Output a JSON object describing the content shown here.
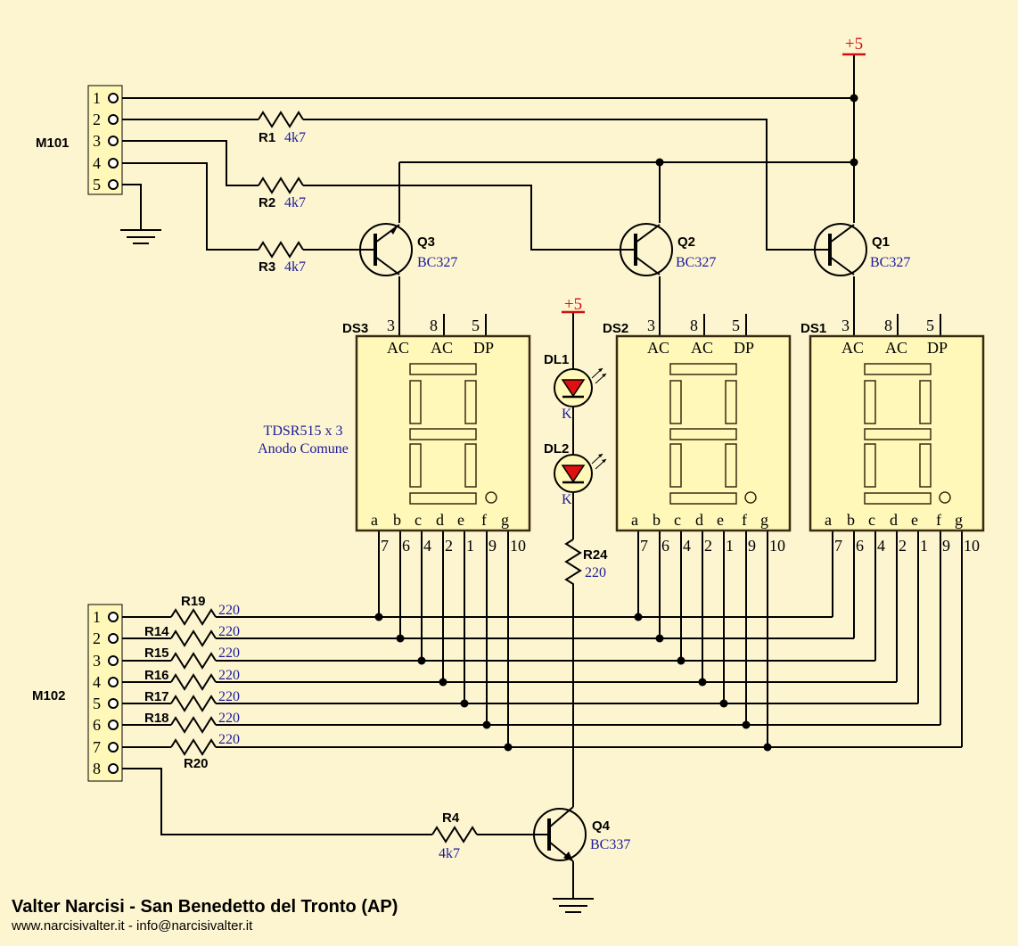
{
  "connectors": {
    "m101": {
      "label": "M101",
      "pins": [
        "1",
        "2",
        "3",
        "4",
        "5"
      ]
    },
    "m102": {
      "label": "M102",
      "pins": [
        "1",
        "2",
        "3",
        "4",
        "5",
        "6",
        "7",
        "8"
      ]
    }
  },
  "resistors": {
    "r1": {
      "label": "R1",
      "value": "4k7"
    },
    "r2": {
      "label": "R2",
      "value": "4k7"
    },
    "r3": {
      "label": "R3",
      "value": "4k7"
    },
    "r4": {
      "label": "R4",
      "value": "4k7"
    },
    "r19": {
      "label": "R19",
      "value": "220"
    },
    "r14": {
      "label": "R14",
      "value": "220"
    },
    "r15": {
      "label": "R15",
      "value": "220"
    },
    "r16": {
      "label": "R16",
      "value": "220"
    },
    "r17": {
      "label": "R17",
      "value": "220"
    },
    "r18": {
      "label": "R18",
      "value": "220"
    },
    "r20": {
      "label": "R20",
      "value": "220"
    },
    "r24": {
      "label": "R24",
      "value": "220"
    }
  },
  "transistors": {
    "q1": {
      "label": "Q1",
      "type": "BC327"
    },
    "q2": {
      "label": "Q2",
      "type": "BC327"
    },
    "q3": {
      "label": "Q3",
      "type": "BC327"
    },
    "q4": {
      "label": "Q4",
      "type": "BC337"
    }
  },
  "displays": {
    "ds1": {
      "label": "DS1"
    },
    "ds2": {
      "label": "DS2"
    },
    "ds3": {
      "label": "DS3"
    },
    "top_pins": [
      "3",
      "8",
      "5"
    ],
    "top_names": [
      "AC",
      "AC",
      "DP"
    ],
    "segments": [
      "a",
      "b",
      "c",
      "d",
      "e",
      "f",
      "g"
    ],
    "bottom_pins": [
      "7",
      "6",
      "4",
      "2",
      "1",
      "9",
      "10"
    ],
    "note_line1": "TDSR515 x 3",
    "note_line2": "Anodo Comune"
  },
  "leds": {
    "dl1": {
      "label": "DL1",
      "cathode": "K"
    },
    "dl2": {
      "label": "DL2",
      "cathode": "K"
    }
  },
  "power": {
    "plus5": "+5"
  },
  "colors": {
    "background": "#fdf5d0",
    "value_text": "#1a1a9a",
    "power": "#d01010",
    "part_fill": "#fff8b8"
  },
  "footer": {
    "author": "Valter Narcisi - San Benedetto del Tronto (AP)",
    "contact": "www.narcisivalter.it  -  info@narcisivalter.it"
  }
}
